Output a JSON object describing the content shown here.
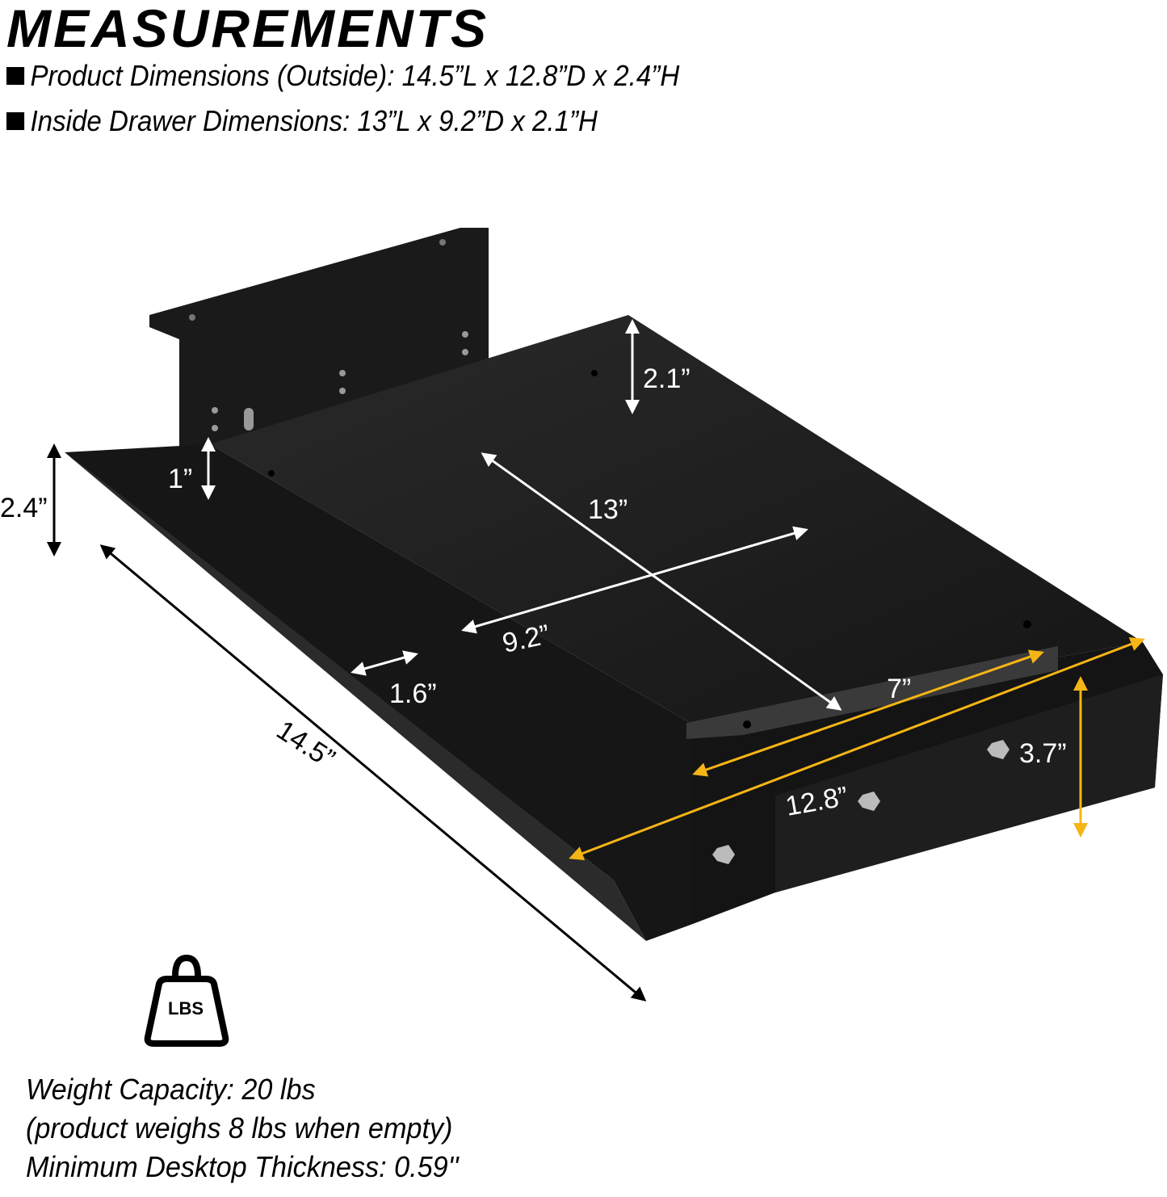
{
  "header": {
    "title": "MEASUREMENTS",
    "specs": [
      "Product Dimensions (Outside): 14.5”L x 12.8”D x 2.4”H",
      "Inside Drawer Dimensions: 13”L x 9.2”D x 2.1”H"
    ]
  },
  "diagram": {
    "product": "under-desk drawer (black metal)",
    "dimension_labels": {
      "inner_height": "2.1”",
      "outer_height": "2.4”",
      "lip_height": "1”",
      "inner_length": "13”",
      "inner_depth": "9.2”",
      "lip_depth": "1.6”",
      "outer_length": "14.5”",
      "front_width": "7”",
      "outer_depth": "12.8”",
      "bracket_height": "3.7”"
    },
    "colors": {
      "product": "#1c1c1c",
      "product_light": "#2e2e2e",
      "arrow_white": "#ffffff",
      "arrow_black": "#000000",
      "arrow_yellow": "#f5b515"
    }
  },
  "weight": {
    "icon_label": "LBS",
    "lines": [
      "Weight Capacity: 20 lbs",
      "(product weighs 8 lbs when empty)",
      "Minimum Desktop Thickness: 0.59''"
    ]
  }
}
